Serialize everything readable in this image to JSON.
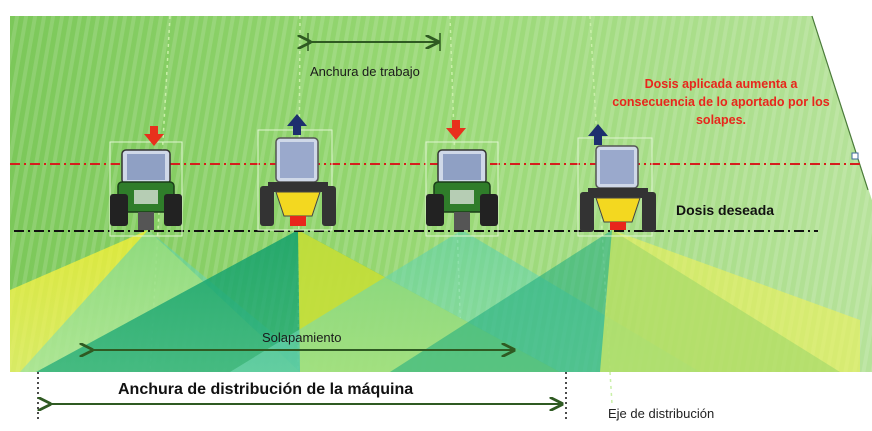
{
  "labels": {
    "working_width": "Anchura de trabajo",
    "dose_increase": "Dosis aplicada aumenta a consecuencia de lo aportado por los solapes.",
    "desired_dose": "Dosis deseada",
    "overlap": "Solapamiento",
    "machine_distribution_width": "Anchura de distribución de la máquina",
    "distribution_axis": "Eje de distribución"
  },
  "colors": {
    "field_green": "#8fd36a",
    "tractor_green": "#2f7d2a",
    "spreader_yellow": "#f3d820",
    "dose_up_arrow": "#1d2f6e",
    "dose_down_arrow": "#e8301c",
    "red_line": "#d61e1e",
    "black_line": "#111111",
    "arrow_line": "#2f5a22"
  },
  "icons": [
    "arrow-down-icon",
    "arrow-up-icon",
    "tractor-icon",
    "spreader-icon"
  ]
}
